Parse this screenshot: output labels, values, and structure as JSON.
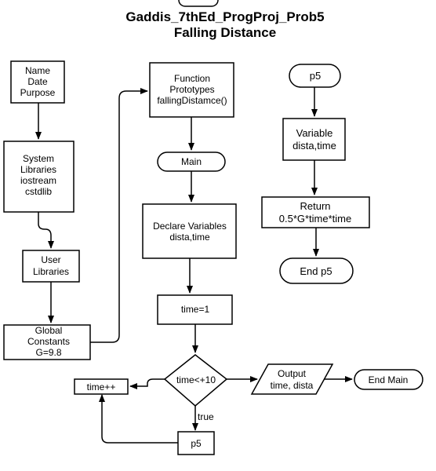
{
  "diagram": {
    "title": [
      "Gaddis_7thEd_ProgProj_Prob5",
      "Falling Distance"
    ],
    "nodes": {
      "name": [
        "Name",
        "Date",
        "Purpose"
      ],
      "system": [
        "System",
        "Libraries",
        "iostream",
        "cstdlib"
      ],
      "user": [
        "User",
        "Libraries"
      ],
      "global": [
        "Global",
        "Constants",
        "G=9.8"
      ],
      "proto": [
        "Function",
        "Prototypes",
        "fallingDistamce()"
      ],
      "main": [
        "Main"
      ],
      "declare": [
        "Declare Variables",
        "dista,time"
      ],
      "time1": [
        "time=1"
      ],
      "cond": [
        "time<+10"
      ],
      "output": [
        "Output",
        "time, dista"
      ],
      "endmain": [
        "End Main"
      ],
      "incr": [
        "time++"
      ],
      "p5call": [
        "p5"
      ],
      "p5": [
        "p5"
      ],
      "variable": [
        "Variable",
        "dista,time"
      ],
      "ret": [
        "Return",
        "0.5*G*time*time"
      ],
      "endp5": [
        "End p5"
      ]
    },
    "edge_labels": {
      "true": "true"
    }
  }
}
